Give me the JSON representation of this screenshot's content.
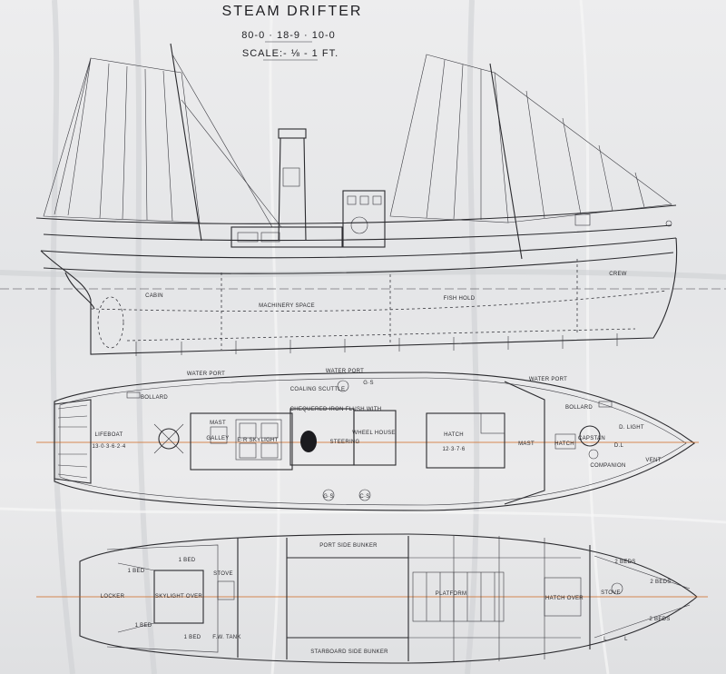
{
  "title": {
    "name": "STEAM DRIFTER",
    "dimensions": "80-0 · 18-9 · 10-0",
    "scale": "SCALE:- ⅛ - 1 FT."
  },
  "elevation": {
    "cabin": "CABIN",
    "machinery": "MACHINERY SPACE",
    "fish_hold": "FISH HOLD",
    "crew": "CREW"
  },
  "deck_plan": {
    "water_port_1": "WATER PORT",
    "water_port_2": "WATER PORT",
    "water_port_3": "WATER PORT",
    "bollard_aft": "BOLLARD",
    "bollard_fwd": "BOLLARD",
    "coaling_scuttle": "COALING SCUTTLE",
    "gs": "G·S",
    "chequered": "CHEQUERED IRON FLUSH WITH",
    "lifeboat": "LIFEBOAT",
    "lifeboat_dims": "13·0·3·6·2·4",
    "mast_aft": "MAST",
    "galley": "GALLEY",
    "er_skylight": "E·R SKYLIGHT",
    "wheel_house": "WHEEL HOUSE",
    "steering": "STEERING",
    "hatch": "HATCH",
    "hatch_dims": "12·3·7·6",
    "mast_fwd": "MAST",
    "hatch_small": "HATCH",
    "capstan": "CAPSTAN",
    "d_light": "D. LIGHT",
    "dl": "D.L",
    "companion": "COMPANION",
    "vent": "VENT",
    "gs_aft": "G·S",
    "cs": "C·S"
  },
  "hold_plan": {
    "port_bunker": "PORT SIDE BUNKER",
    "starboard_bunker": "STARBOARD SIDE BUNKER",
    "bed_1": "1 BED",
    "bed_2": "1 BED",
    "bed_3": "1 BED",
    "bed_4": "1 BED",
    "skylight": "SKYLIGHT OVER",
    "stove_aft": "STOVE",
    "fw_tank": "F.W. TANK",
    "platform": "PLATFORM",
    "hatch_over": "HATCH OVER",
    "stove_fwd": "STOVE",
    "beds_2a": "2 BEDS",
    "beds_2b": "2 BEDS",
    "beds_2c": "2 BEDS",
    "locker": "LOCKER",
    "l1": "L",
    "l2": "L"
  }
}
